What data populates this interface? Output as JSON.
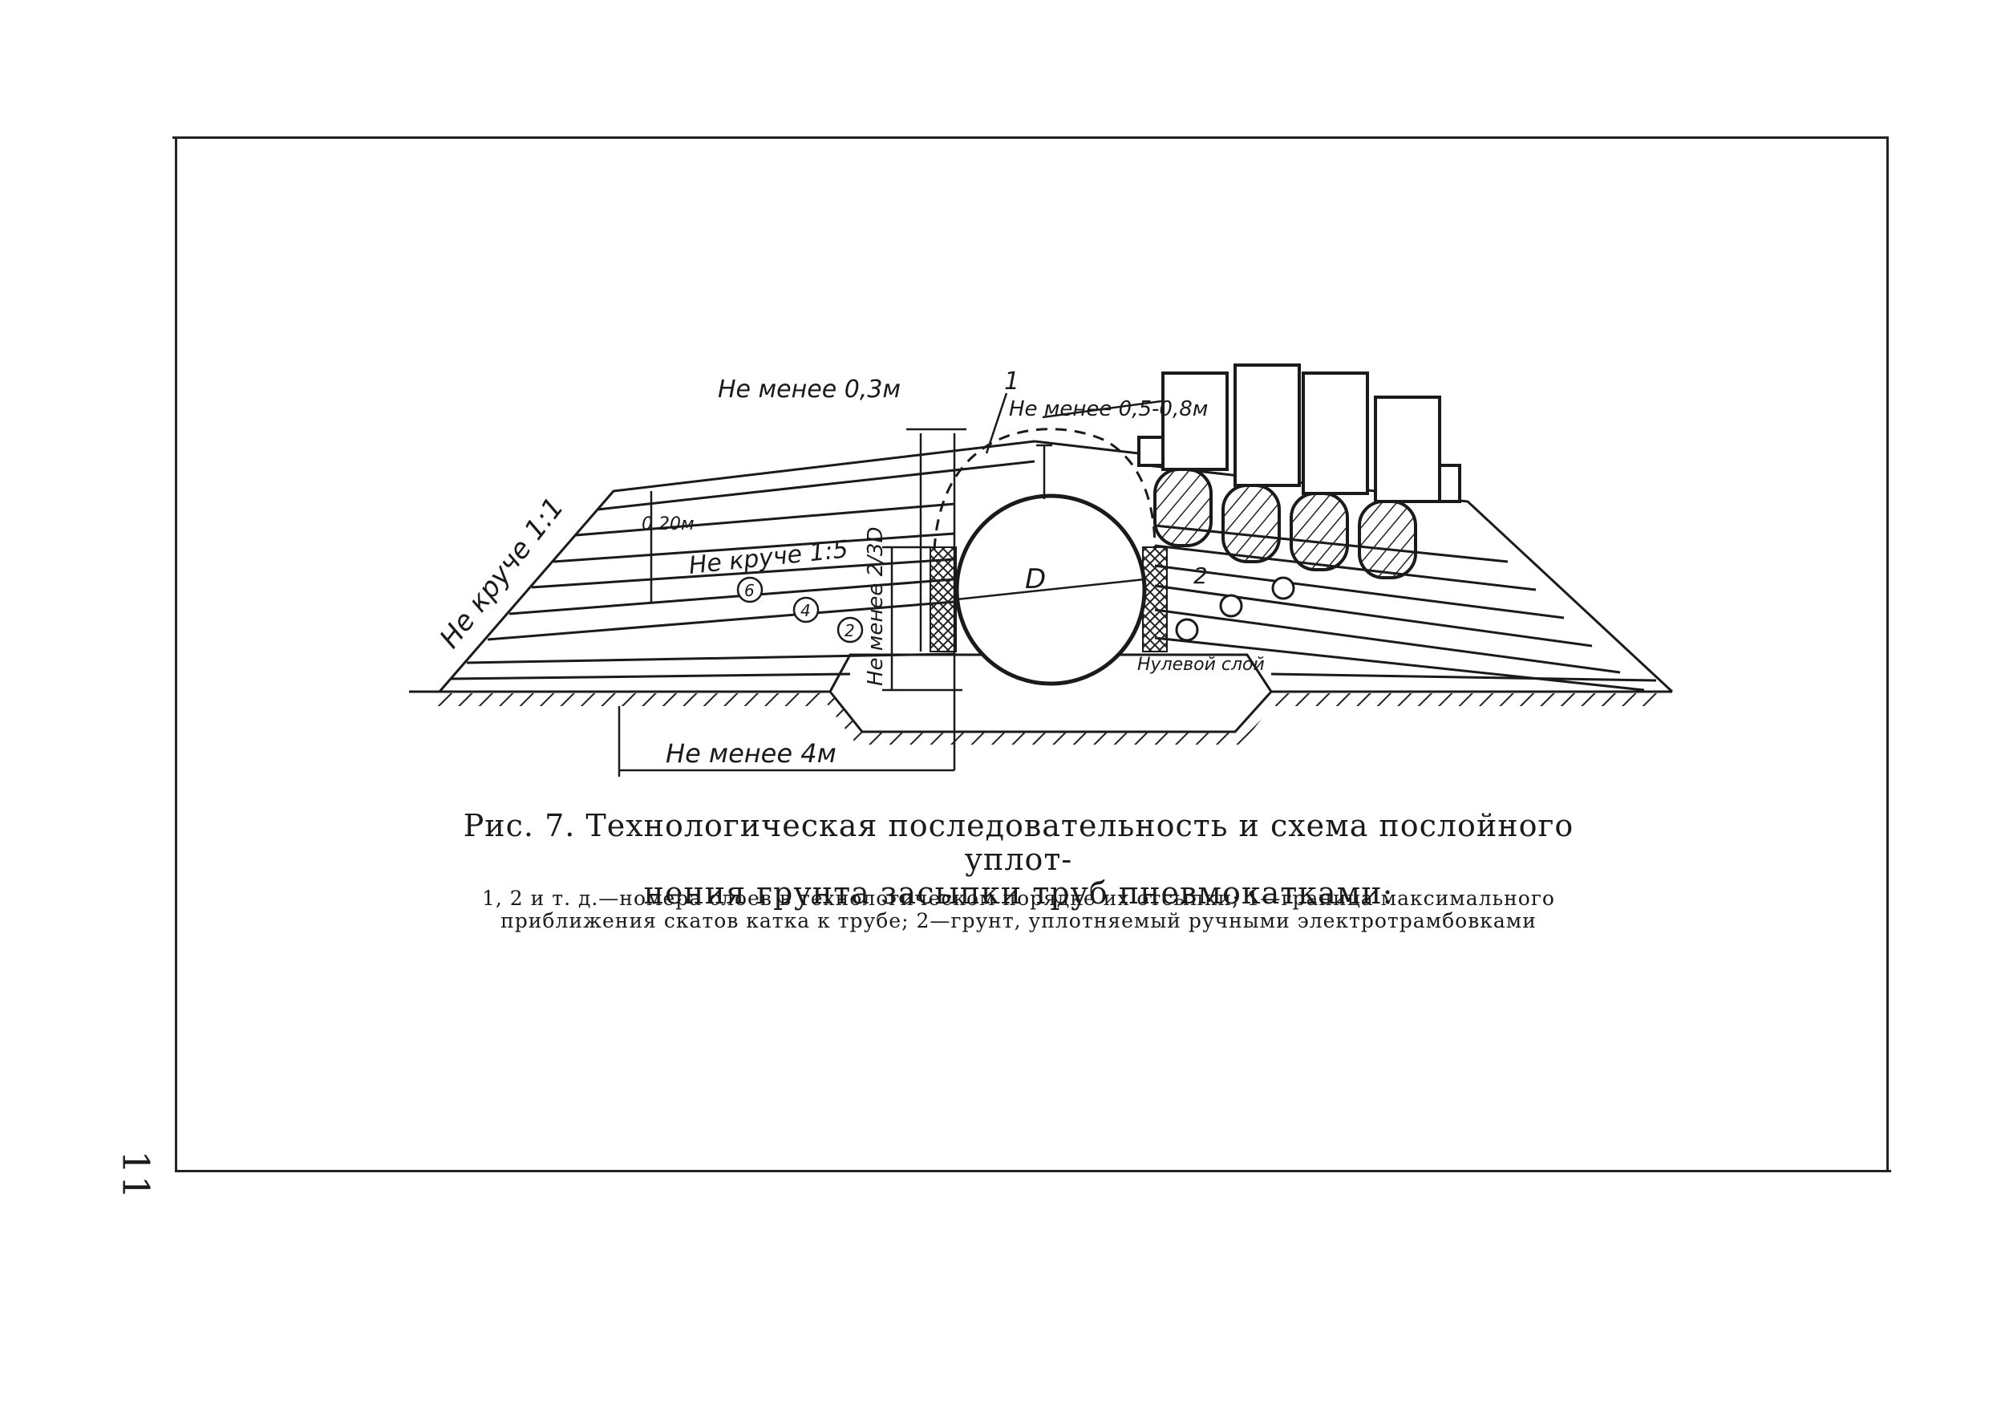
{
  "figure": {
    "labels": {
      "min_clearance_top": "Не менее 0,3м",
      "roller_boundary_num": "1",
      "min_cover": "Не менее 0,5-0,8м",
      "layer_thickness": "0 20м",
      "slope_inner": "Не круче 1:5",
      "slope_outer": "Не круче 1:1",
      "min_height": "Не менее 2/3D",
      "pipe_diameter": "D",
      "hand_zone_num": "2",
      "zero_layer": "Нулевой слой",
      "min_width": "Не менее 4м",
      "layer_6": "6",
      "layer_4": "4",
      "layer_2": "2"
    },
    "caption_title_line1": "Рис. 7. Технологическая последовательность и схема послойного уплот-",
    "caption_title_line2": "нения грунта засыпки труб пневмокатками:",
    "caption_note": "1, 2 и т. д.—номера слоев в технологическом порядке их отсыпки; 1—граница максимального приближения скатов катка к трубе; 2—грунт, уплотняемый ручными электротрамбовками"
  },
  "page_number": "11"
}
